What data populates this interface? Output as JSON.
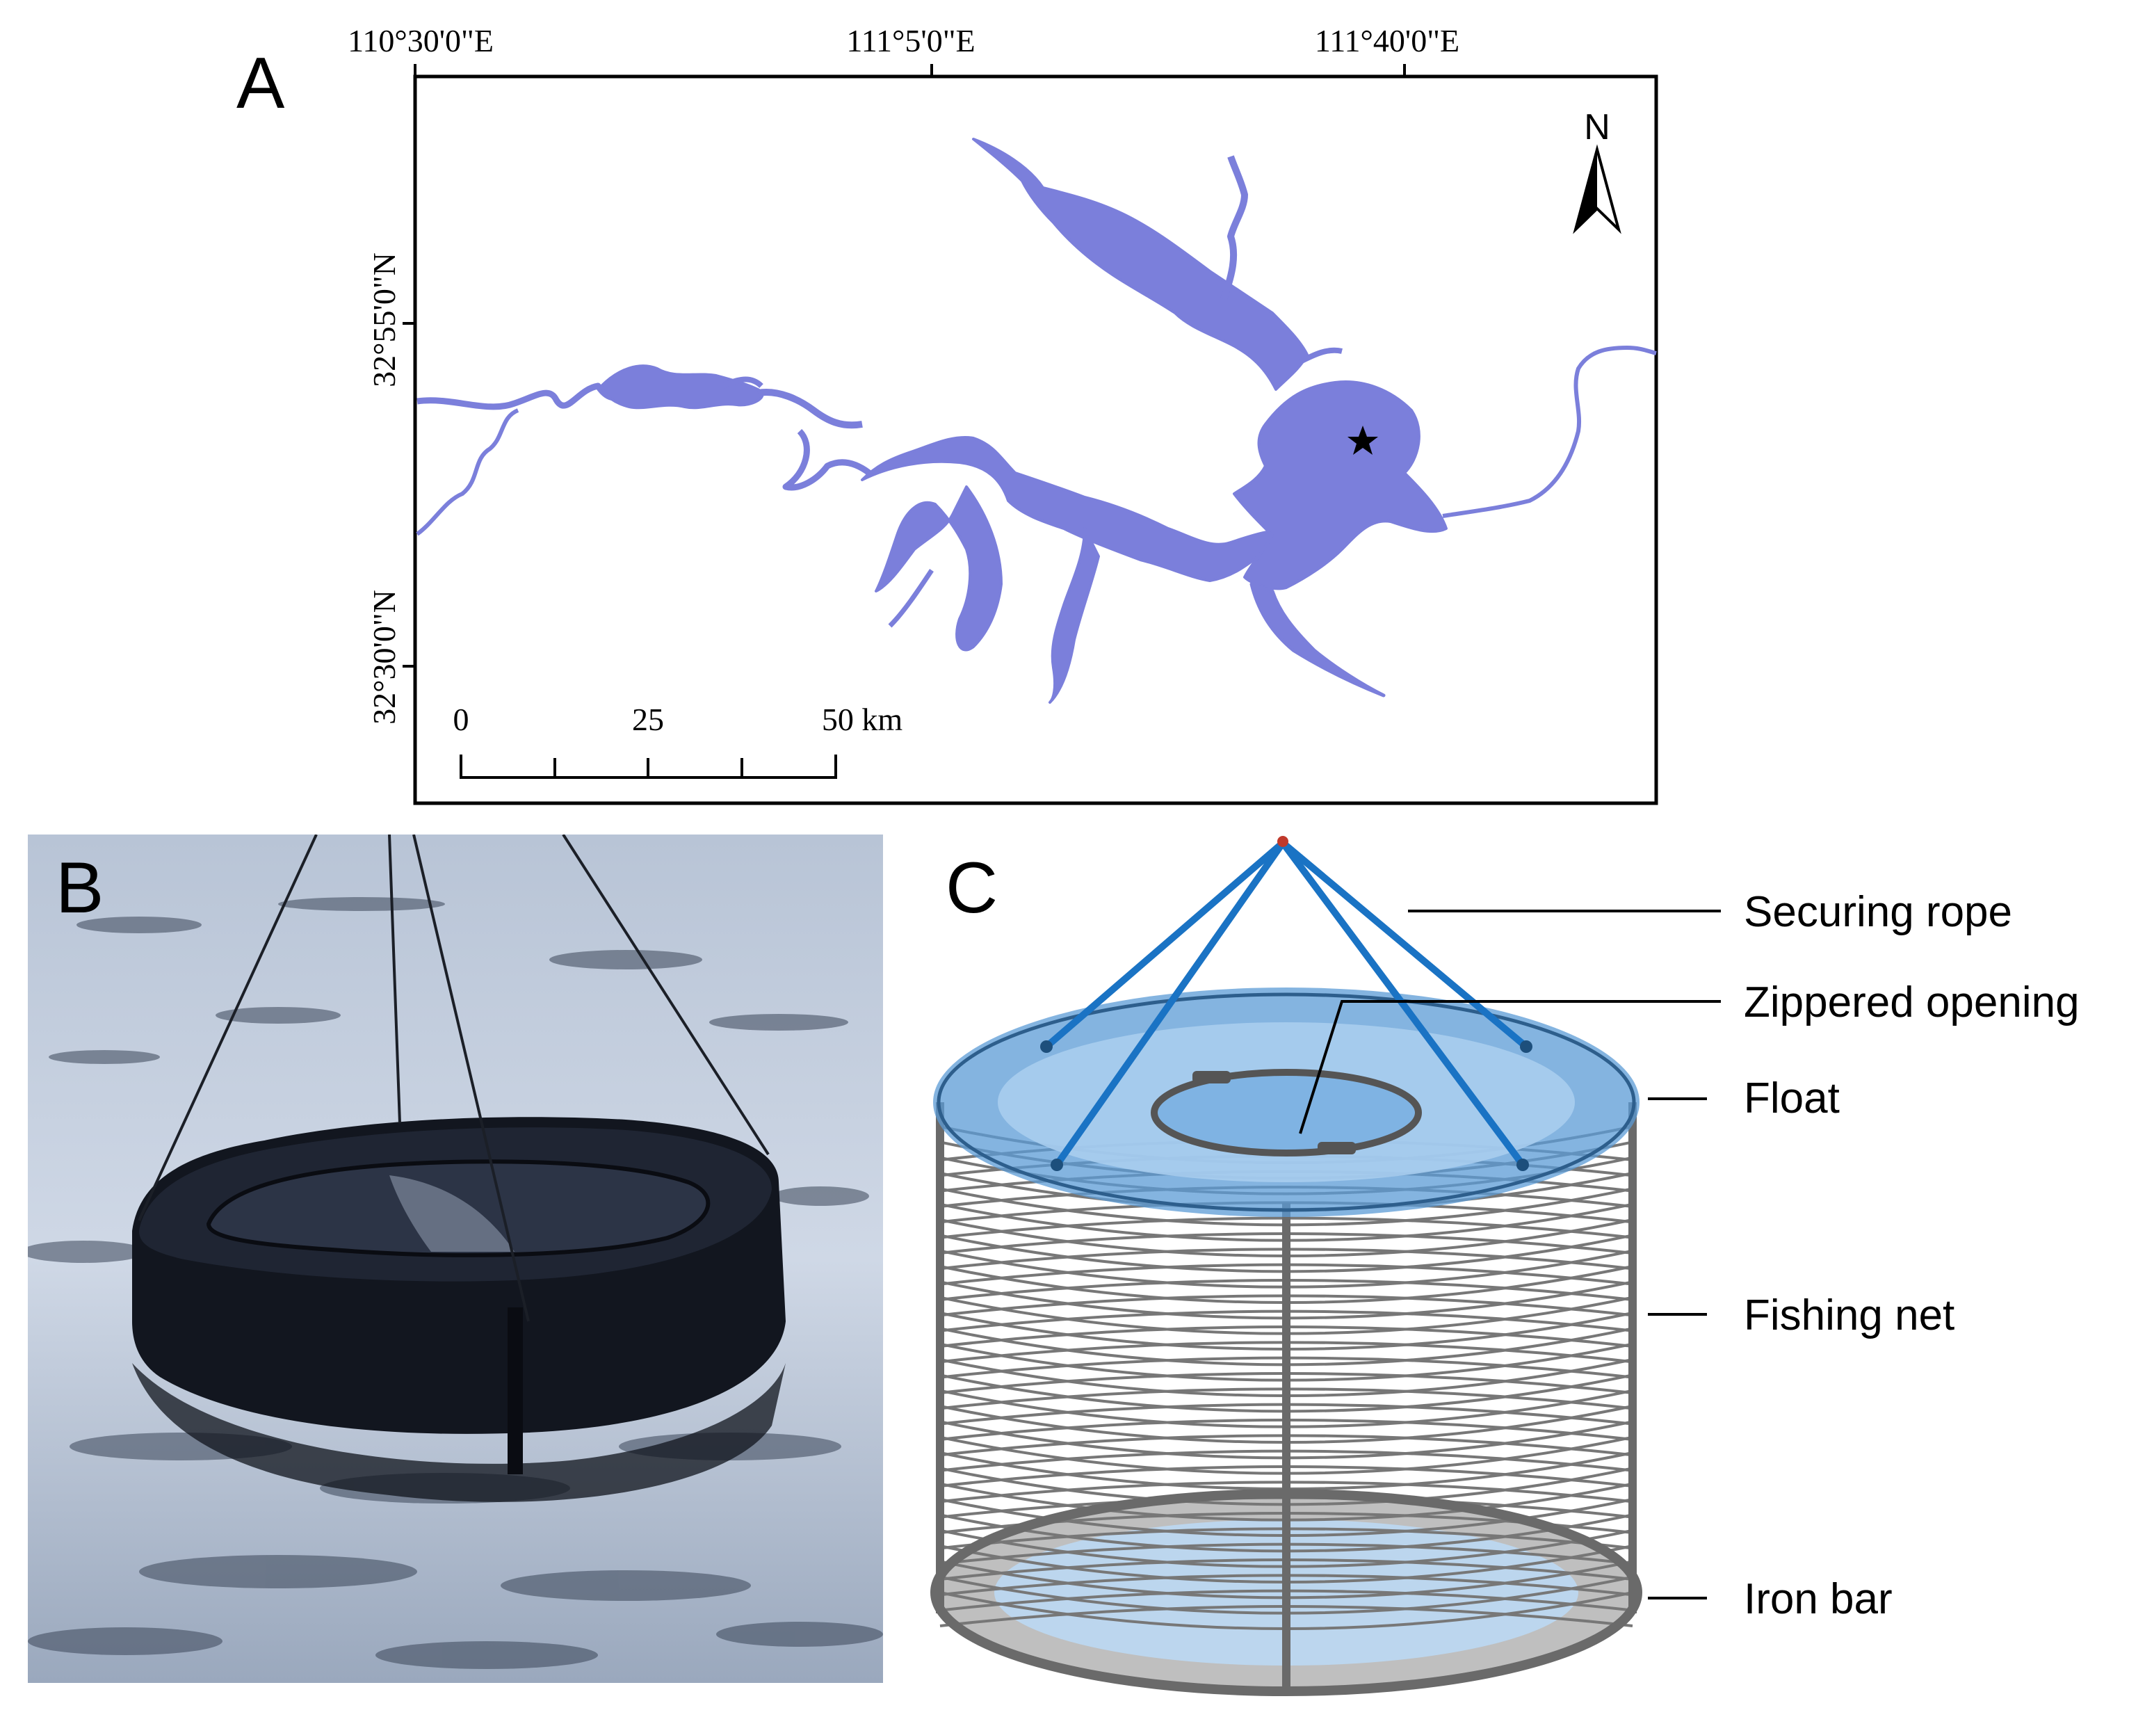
{
  "panels": {
    "a": {
      "letter": "A"
    },
    "b": {
      "letter": "B"
    },
    "c": {
      "letter": "C"
    }
  },
  "map": {
    "lon_labels": [
      "110°30'0\"E",
      "111°5'0\"E",
      "111°40'0\"E"
    ],
    "lat_labels": [
      "32°55'0\"N",
      "32°30'0\"N"
    ],
    "north_label": "N",
    "scale_labels": [
      "0",
      "25",
      "50 km"
    ],
    "water_color": "#7b7fdb",
    "site_marker": "star-icon"
  },
  "diagram": {
    "labels": {
      "rope": "Securing rope",
      "zipper": "Zippered opening",
      "float": "Float",
      "net": "Fishing net",
      "bar": "Iron bar"
    },
    "colors": {
      "rope": "#1a73c4",
      "float": "#5b9bd5",
      "net": "#777777",
      "bar": "#7f7f7f"
    }
  }
}
